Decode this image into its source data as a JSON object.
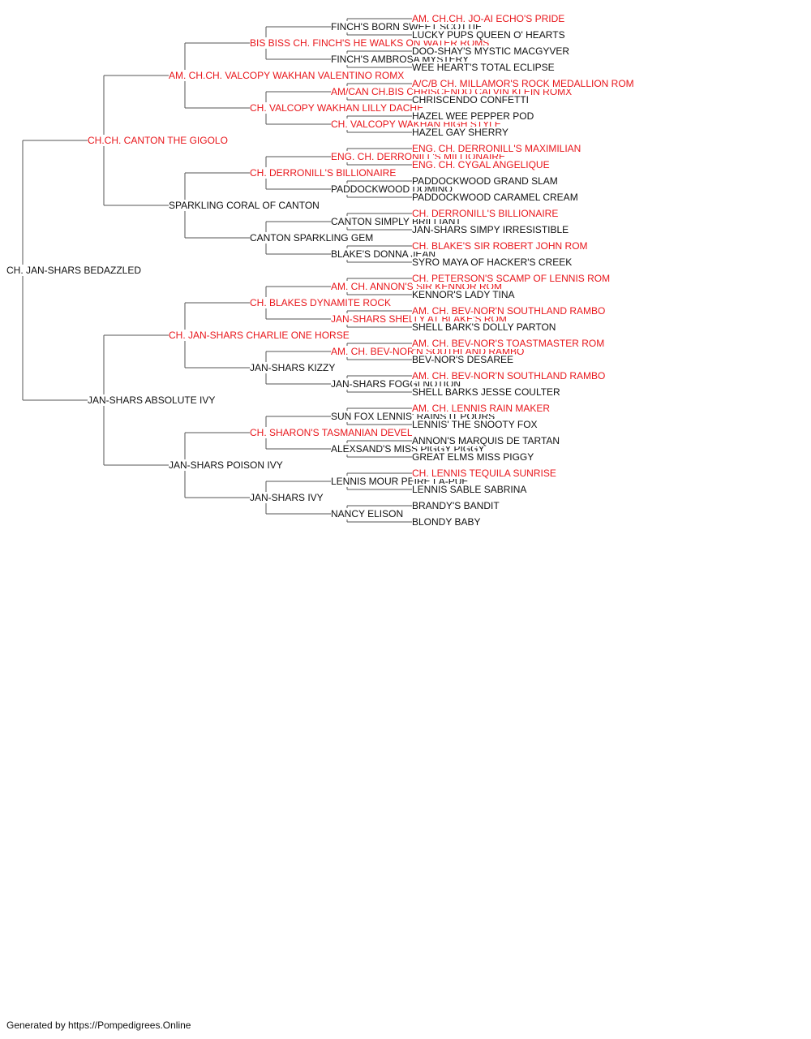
{
  "colors": {
    "champion": "#e8161b",
    "plain": "#111111",
    "line": "#555555"
  },
  "footer": "Generated by https://Pompedigrees.Online",
  "pedigree": {
    "name": "CH. JAN-SHARS BEDAZZLED",
    "champion": false,
    "sire": {
      "name": "CH.CH. CANTON THE GIGOLO",
      "champion": true,
      "sire": {
        "name": "AM. CH.CH. VALCOPY WAKHAN VALENTINO ROMX",
        "champion": true,
        "sire": {
          "name": "BIS BISS CH. FINCH'S HE WALKS ON WATER ROMS",
          "champion": true,
          "sire": {
            "name": "FINCH'S BORN SWEET SCOTTIE",
            "champion": false,
            "sire": {
              "name": "AM. CH.CH. JO-AI ECHO'S PRIDE",
              "champion": true
            },
            "dam": {
              "name": "LUCKY PUPS QUEEN O' HEARTS",
              "champion": false
            }
          },
          "dam": {
            "name": "FINCH'S AMBROSA MYSTERY",
            "champion": false,
            "sire": {
              "name": "DOO-SHAY'S MYSTIC MACGYVER",
              "champion": false
            },
            "dam": {
              "name": "WEE HEART'S TOTAL ECLIPSE",
              "champion": false
            }
          }
        },
        "dam": {
          "name": "CH. VALCOPY WAKHAN LILLY DACHE",
          "champion": true,
          "sire": {
            "name": "AM/CAN CH.BIS CHRISCENDO CALVIN KLEIN ROMX",
            "champion": true,
            "sire": {
              "name": "A/C/B CH. MILLAMOR'S ROCK MEDALLION ROM",
              "champion": true
            },
            "dam": {
              "name": "CHRISCENDO CONFETTI",
              "champion": false
            }
          },
          "dam": {
            "name": "CH. VALCOPY WAKHAN HIGH STYLE",
            "champion": true,
            "sire": {
              "name": "HAZEL WEE PEPPER POD",
              "champion": false
            },
            "dam": {
              "name": "HAZEL GAY SHERRY",
              "champion": false
            }
          }
        }
      },
      "dam": {
        "name": "SPARKLING CORAL OF CANTON",
        "champion": false,
        "sire": {
          "name": "CH. DERRONILL'S BILLIONAIRE",
          "champion": true,
          "sire": {
            "name": "ENG. CH. DERRONILL'S MILLIONAIRE",
            "champion": true,
            "sire": {
              "name": "ENG. CH. DERRONILL'S MAXIMILIAN",
              "champion": true
            },
            "dam": {
              "name": "ENG. CH. CYGAL ANGELIQUE",
              "champion": true
            }
          },
          "dam": {
            "name": "PADDOCKWOOD DOMINO",
            "champion": false,
            "sire": {
              "name": "PADDOCKWOOD GRAND SLAM",
              "champion": false
            },
            "dam": {
              "name": "PADDOCKWOOD CARAMEL CREAM",
              "champion": false
            }
          }
        },
        "dam": {
          "name": "CANTON SPARKLING GEM",
          "champion": false,
          "sire": {
            "name": "CANTON SIMPLY BRILLIANT",
            "champion": false,
            "sire": {
              "name": "CH. DERRONILL'S BILLIONAIRE",
              "champion": true
            },
            "dam": {
              "name": "JAN-SHARS SIMPY IRRESISTIBLE",
              "champion": false
            }
          },
          "dam": {
            "name": "BLAKE'S DONNA JEAN",
            "champion": false,
            "sire": {
              "name": "CH. BLAKE'S SIR ROBERT JOHN ROM",
              "champion": true
            },
            "dam": {
              "name": "SYRO MAYA OF HACKER'S CREEK",
              "champion": false
            }
          }
        }
      }
    },
    "dam": {
      "name": "JAN-SHARS ABSOLUTE IVY",
      "champion": false,
      "sire": {
        "name": "CH. JAN-SHARS CHARLIE ONE HORSE",
        "champion": true,
        "sire": {
          "name": "CH. BLAKES DYNAMITE ROCK",
          "champion": true,
          "sire": {
            "name": "AM. CH. ANNON'S SIR KENNOR ROM",
            "champion": true,
            "sire": {
              "name": "CH. PETERSON'S SCAMP OF LENNIS ROM",
              "champion": true
            },
            "dam": {
              "name": "KENNOR'S LADY TINA",
              "champion": false
            }
          },
          "dam": {
            "name": "JAN-SHARS SHELLY AT BLAKE'S ROM",
            "champion": true,
            "sire": {
              "name": "AM. CH. BEV-NOR'N SOUTHLAND RAMBO",
              "champion": true
            },
            "dam": {
              "name": "SHELL BARK'S DOLLY PARTON",
              "champion": false
            }
          }
        },
        "dam": {
          "name": "JAN-SHARS KIZZY",
          "champion": false,
          "sire": {
            "name": "AM. CH. BEV-NOR'N SOUTHLAND RAMBO",
            "champion": true,
            "sire": {
              "name": "AM. CH. BEV-NOR'S TOASTMASTER ROM",
              "champion": true
            },
            "dam": {
              "name": "BEV-NOR'S DESAREE",
              "champion": false
            }
          },
          "dam": {
            "name": "JAN-SHARS FOGGI NOTION",
            "champion": false,
            "sire": {
              "name": "AM. CH. BEV-NOR'N SOUTHLAND RAMBO",
              "champion": true
            },
            "dam": {
              "name": "SHELL BARKS JESSE COULTER",
              "champion": false
            }
          }
        }
      },
      "dam": {
        "name": "JAN-SHARS POISON IVY",
        "champion": false,
        "sire": {
          "name": "CH. SHARON'S TASMANIAN DEVEL",
          "champion": true,
          "sire": {
            "name": "SUN FOX LENNIS' RAINS IT POURS",
            "champion": false,
            "sire": {
              "name": "AM. CH. LENNIS RAIN MAKER",
              "champion": true
            },
            "dam": {
              "name": "LENNIS' THE SNOOTY FOX",
              "champion": false
            }
          },
          "dam": {
            "name": "ALEXSAND'S MISS PIGGY PIGGY",
            "champion": false,
            "sire": {
              "name": "ANNON'S MARQUIS DE TARTAN",
              "champion": false
            },
            "dam": {
              "name": "GREAT ELMS MISS PIGGY",
              "champion": false
            }
          }
        },
        "dam": {
          "name": "JAN-SHARS IVY",
          "champion": false,
          "sire": {
            "name": "LENNIS MOUR PEIRE LA-PUE",
            "champion": false,
            "sire": {
              "name": "CH. LENNIS TEQUILA SUNRISE",
              "champion": true
            },
            "dam": {
              "name": "LENNIS SABLE SABRINA",
              "champion": false
            }
          },
          "dam": {
            "name": "NANCY ELISON",
            "champion": false,
            "sire": {
              "name": "BRANDY'S BANDIT",
              "champion": false
            },
            "dam": {
              "name": "BLONDY BABY",
              "champion": false
            }
          }
        }
      }
    }
  }
}
